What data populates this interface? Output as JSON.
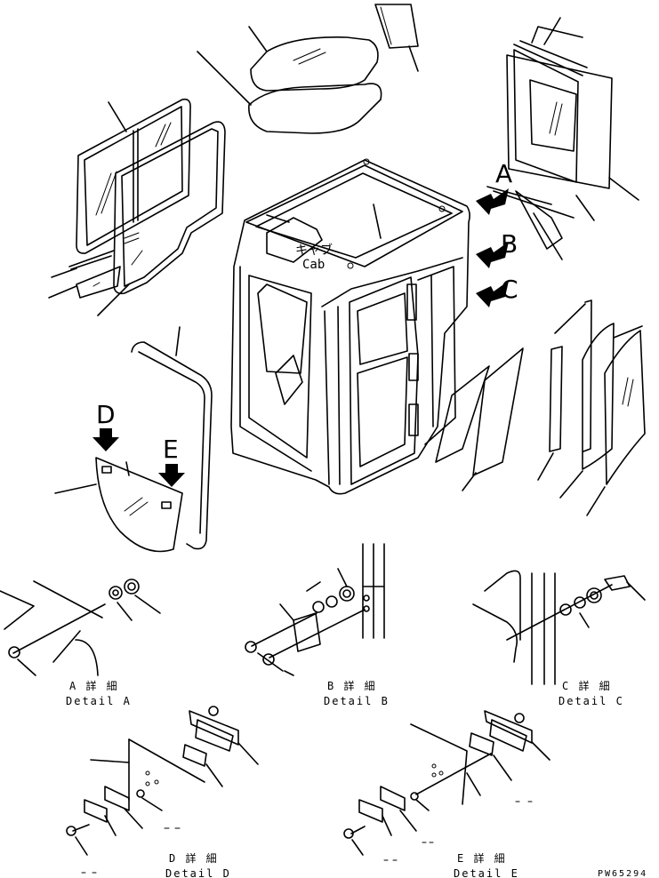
{
  "labels": {
    "cab_jp": "キャブ",
    "cab_en": "Cab",
    "arrow_a": "A",
    "arrow_b": "B",
    "arrow_c": "C",
    "arrow_d": "D",
    "arrow_e": "E"
  },
  "details": [
    {
      "jp": "A 詳 細",
      "en": "Detail A"
    },
    {
      "jp": "B 詳 細",
      "en": "Detail B"
    },
    {
      "jp": "C 詳 細",
      "en": "Detail C"
    },
    {
      "jp": "D 詳 細",
      "en": "Detail D"
    },
    {
      "jp": "E 詳 細",
      "en": "Detail E"
    }
  ],
  "drawing_id": "PW65294"
}
